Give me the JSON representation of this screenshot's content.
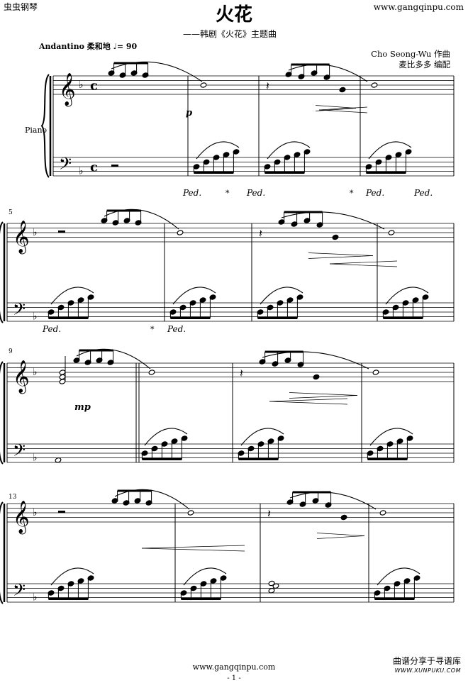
{
  "header": {
    "site_left": "虫虫钢琴",
    "site_right": "www.gangqinpu.com",
    "title": "火花",
    "subtitle": "——韩剧《火花》主题曲",
    "tempo_text": "Andantino 柔和地",
    "tempo_value": "= 90",
    "composer": "Cho Seong-Wu  作曲",
    "arranger": "麦比多多    编配",
    "instrument": "Piano"
  },
  "music": {
    "key_signature": "F major (1 flat)",
    "time_signature": "C",
    "measure_numbers": [
      "5",
      "9",
      "13"
    ],
    "dynamics": [
      "p",
      "mp"
    ],
    "pedal_mark": "Ped.",
    "pedal_release": "*"
  },
  "footer": {
    "url": "www.gangqinpu.com",
    "page": "- 1 -",
    "watermark_cn": "曲谱分享于寻谱库",
    "watermark_url": "WWW.XUNPUKU.COM"
  }
}
